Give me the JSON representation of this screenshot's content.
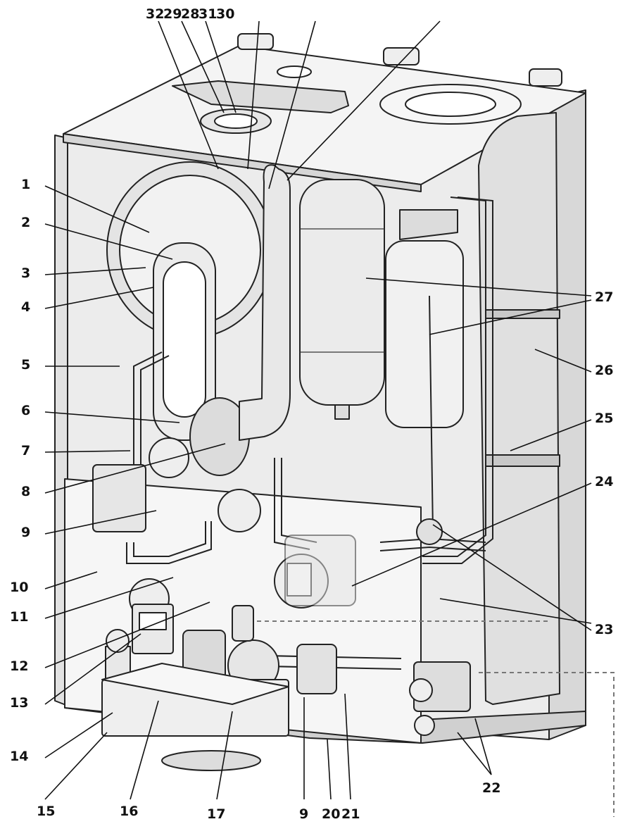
{
  "labels": {
    "l1": "1",
    "l2": "2",
    "l3": "3",
    "l4": "4",
    "l5": "5",
    "l6": "6",
    "l7": "7",
    "l8": "8",
    "l9": "9",
    "l10": "10",
    "l11": "11",
    "l12": "12",
    "l13": "13",
    "l14": "14",
    "l15": "15",
    "l16": "16",
    "l17": "17",
    "l9b": "9",
    "l20": "20",
    "l21": "21",
    "l22": "22",
    "l23": "23",
    "l24": "24",
    "l25": "25",
    "l26": "26",
    "l27": "27",
    "l28": "28",
    "l29": "29",
    "l30": "30",
    "l31": "31",
    "l32": "32"
  },
  "colors": {
    "panel": "#ececec",
    "panel_dark": "#cfcfcf",
    "casing": "#f4f4f4",
    "outline": "#222222",
    "label": "#111111"
  }
}
